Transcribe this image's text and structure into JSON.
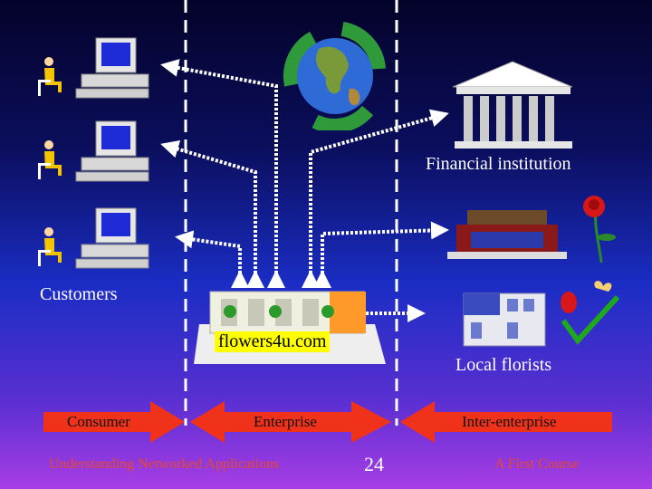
{
  "labels": {
    "customers": "Customers",
    "financial": "Financial institution",
    "local_florists": "Local florists",
    "hub": "flowers4u.com"
  },
  "arrows": {
    "consumer": "Consumer",
    "enterprise": "Enterprise",
    "inter_enterprise": "Inter-enterprise"
  },
  "footer": {
    "left": "Understanding Networked Applications",
    "page": "24",
    "right": "A First Course"
  },
  "colors": {
    "arrow": "#f0321a",
    "footer_text": "#e8482a",
    "hub_label_bg": "#ffff00",
    "divider": "#ffffff"
  },
  "icons": [
    "person-icon",
    "computer-icon",
    "globe-recycle-icon",
    "bank-icon",
    "shop-icon",
    "rose-icon",
    "florist-building-icon",
    "flowers-checkmark-icon"
  ]
}
